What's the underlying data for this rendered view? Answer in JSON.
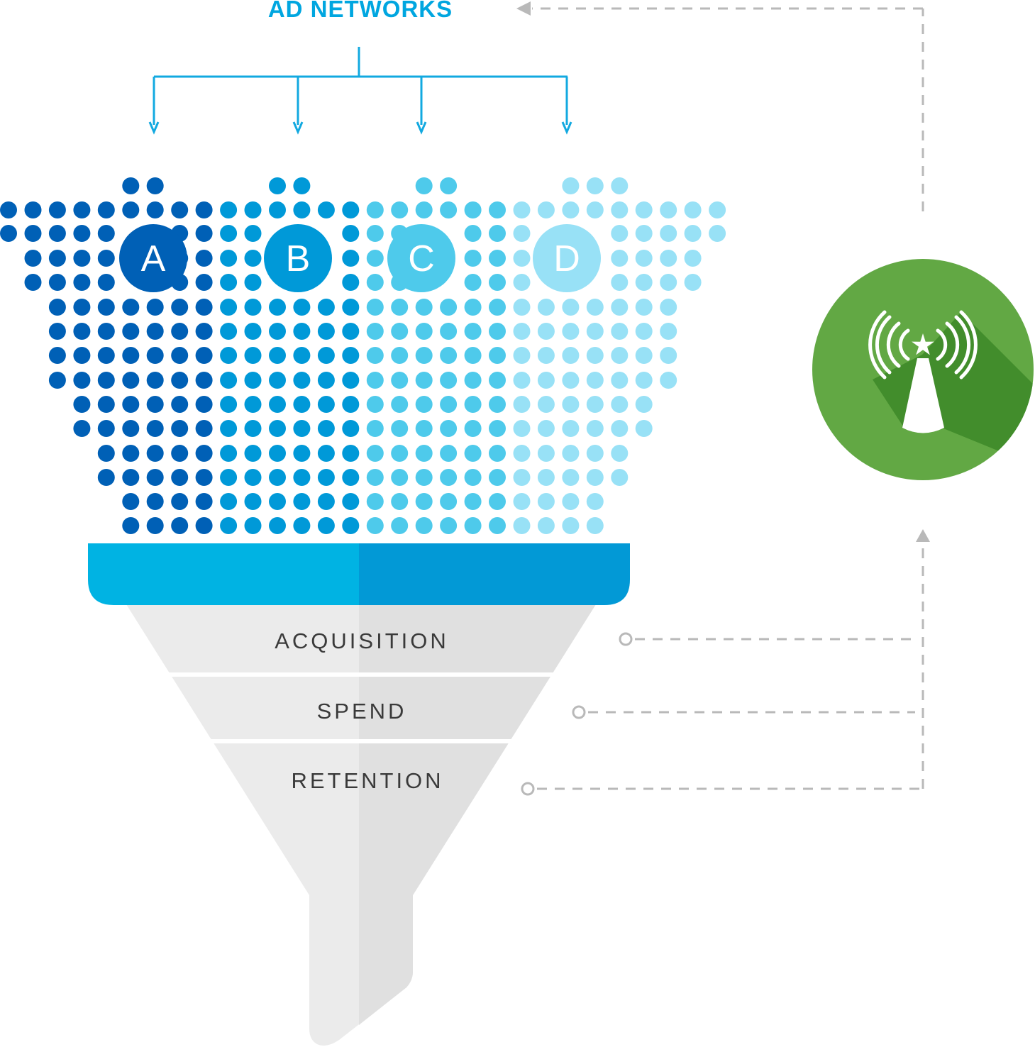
{
  "title": "AD NETWORKS",
  "networks": [
    {
      "label": "A",
      "color": "#0060B6"
    },
    {
      "label": "B",
      "color": "#0099D8"
    },
    {
      "label": "C",
      "color": "#4ECAEB"
    },
    {
      "label": "D",
      "color": "#98E1F6"
    }
  ],
  "funnel_stages": [
    "ACQUISITION",
    "SPEND",
    "RETENTION"
  ],
  "icon": "broadcast-tower-star-icon",
  "colors": {
    "title": "#00A6E0",
    "connector": "#12A9E0",
    "funnel_bar_left": "#00B3E3",
    "funnel_bar_right": "#0299D6",
    "funnel_light": "#EBEBEB",
    "funnel_shade": "#E0E0E0",
    "label_text": "#3A3A3A",
    "dashed_line": "#B9B9B9",
    "icon_circle": "#62A844",
    "icon_shadow": "#428D2C",
    "icon_foreground": "#FFFFFF"
  }
}
